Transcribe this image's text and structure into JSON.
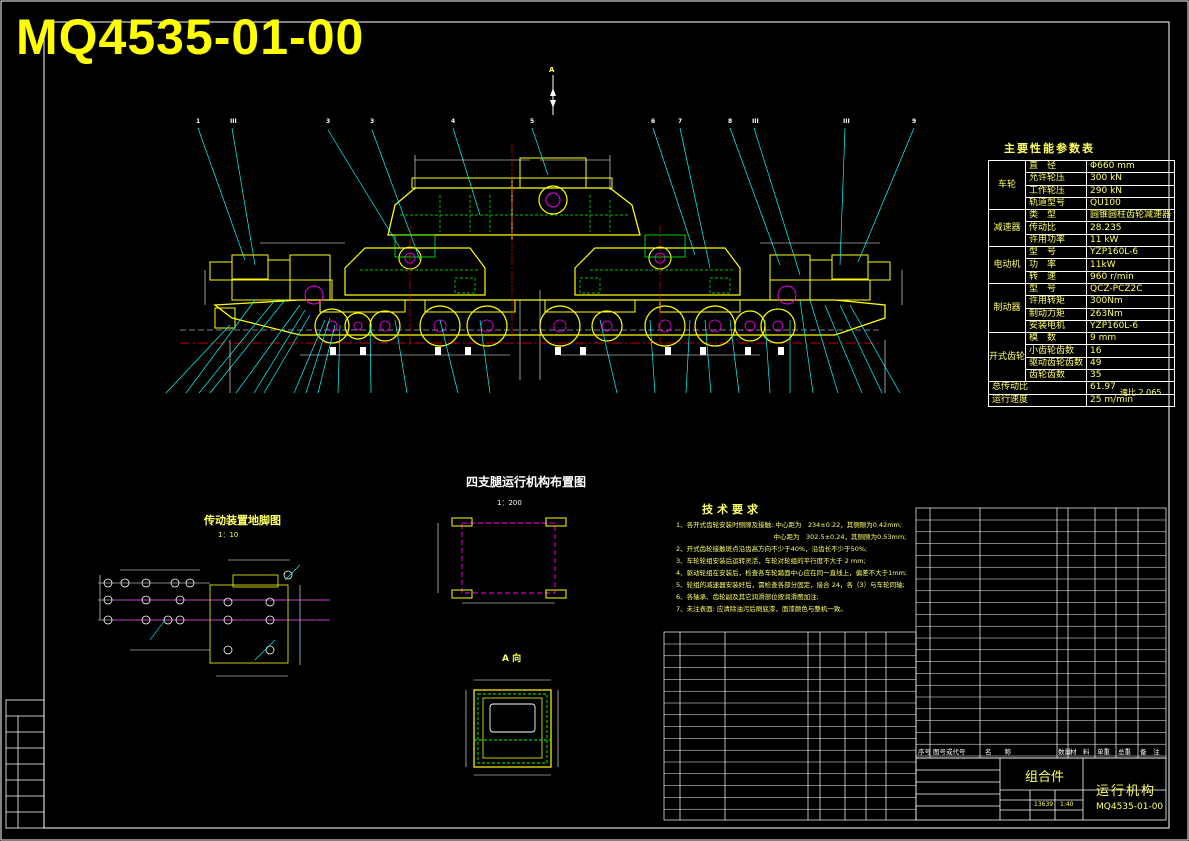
{
  "drawing_number": "MQ4535-01-00",
  "view_a_marker": "A",
  "callouts_top": [
    "1",
    "III",
    "3",
    "3",
    "4",
    "5",
    "6",
    "7",
    "8",
    "III",
    "III",
    "9"
  ],
  "main_params": {
    "title": "主要性能参数表",
    "rows": [
      {
        "group": "车轮",
        "label": "直　径",
        "value": "Φ660 mm"
      },
      {
        "group": "",
        "label": "允许轮压",
        "value": "300 kN"
      },
      {
        "group": "",
        "label": "工作轮压",
        "value": "290 kN"
      },
      {
        "group": "",
        "label": "轨道型号",
        "value": "QU100"
      },
      {
        "group": "减速器",
        "label": "类　型",
        "value": "圆锥圆柱齿轮减速器"
      },
      {
        "group": "",
        "label": "传动比",
        "value": "28.235"
      },
      {
        "group": "",
        "label": "许用功率",
        "value": "11 kW"
      },
      {
        "group": "电动机",
        "label": "型　号",
        "value": "YZP160L-6"
      },
      {
        "group": "",
        "label": "功　率",
        "value": "11kW"
      },
      {
        "group": "",
        "label": "转　速",
        "value": "960 r/min"
      },
      {
        "group": "制动器",
        "label": "型　号",
        "value": "QCZ-PCZ2C"
      },
      {
        "group": "",
        "label": "许用转矩",
        "value": "300Nm"
      },
      {
        "group": "",
        "label": "制动力矩",
        "value": "263Nm"
      },
      {
        "group": "",
        "label": "安装电机",
        "value": "YZP160L-6"
      },
      {
        "group": "开式齿轮",
        "label": "模　数",
        "value": "9 mm"
      },
      {
        "group": "",
        "label": "小齿轮齿数",
        "value": "16"
      },
      {
        "group": "",
        "label": "驱动齿轮齿数",
        "value": "49"
      },
      {
        "group": "",
        "label": "齿轮齿数",
        "value": "35"
      },
      {
        "group": "",
        "label": "总传动比",
        "value": "61.97"
      },
      {
        "group": "",
        "label": "运行速度",
        "value": "25 m/min"
      }
    ],
    "ratio_label": "速比",
    "ratio_value": "2.065"
  },
  "drive_plan": {
    "title": "传动装置地脚图",
    "scale": "1：10"
  },
  "layout_plan": {
    "title": "四支腿运行机构布置图",
    "scale": "1：200"
  },
  "view_a": {
    "title": "A 向"
  },
  "tech_requirements": {
    "title": "技术要求",
    "lines": [
      "1、各开式齿轮安装时侧隙及接触: 中心距为　234±0.22，其侧隙为0.42mm;",
      "　　　　　　　　　　　　　　　中心距为　302.5±0.24，其侧隙为0.53mm;",
      "2、开式齿轮接触斑点沿齿高方向不少于40%，沿齿长不少于50%;",
      "3、车轮轮组安装后运转灵活，车轮对轮组的平行度不大于 2 mm;",
      "4、驱动轮组在安装后，检查各车轮踏面中心应在同一直线上，偏差不大于1mm;",
      "5、轮组的减速器安装好后，需检查各部分固定，接合 24，各（3）与车轮同轴;",
      "6、各轴承、齿轮副及其它润滑部位按润滑图加注;",
      "7、未注表面: 应清除油污后刷底漆，面漆颜色与整机一致。"
    ]
  },
  "title_block": {
    "assembly_label": "组合件",
    "name": "运行机构",
    "code": "MQ4535-01-00",
    "header_cols": [
      "序号",
      "图号或代号",
      "名　　称",
      "数量",
      "材　料",
      "单重",
      "总重",
      "备　注"
    ],
    "weight": "13639",
    "scale": "1:40"
  }
}
